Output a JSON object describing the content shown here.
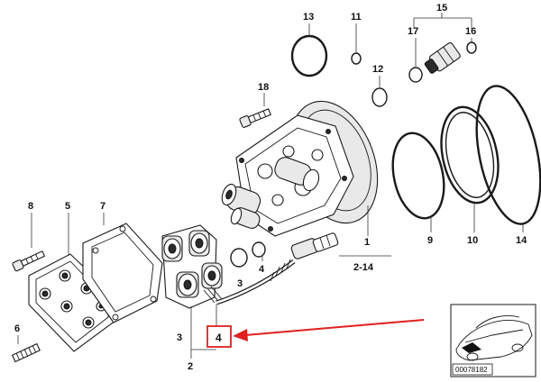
{
  "callouts": {
    "c1": "1",
    "c2": "2",
    "c2_14": "2-14",
    "c3": "3",
    "c4a": "4",
    "c4b": "4",
    "c5": "5",
    "c6": "6",
    "c7": "7",
    "c8": "8",
    "c9": "9",
    "c10": "10",
    "c11": "11",
    "c12": "12",
    "c13": "13",
    "c14": "14",
    "c15": "15",
    "c16": "16",
    "c17": "17",
    "c18": "18"
  },
  "inset": {
    "code": "00078182"
  },
  "colors": {
    "highlight": "#e02020",
    "ink": "#1a1a1a"
  }
}
